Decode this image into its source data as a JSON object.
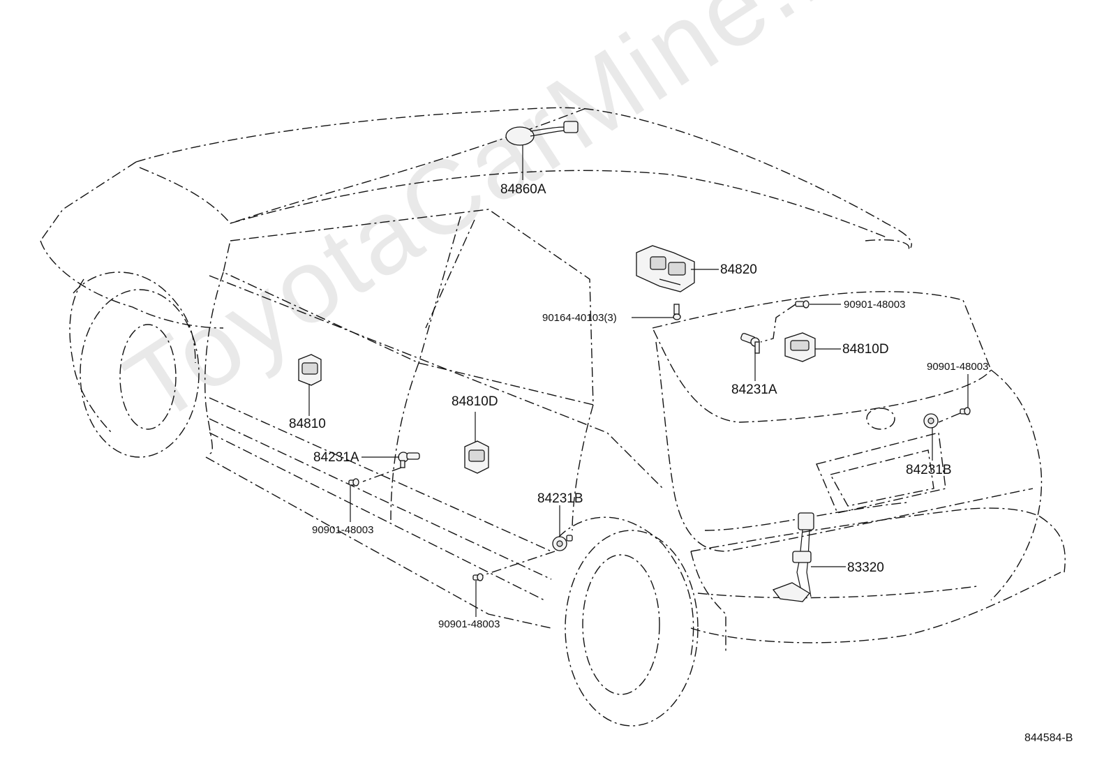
{
  "watermark": "ToyotaCarMine.ru",
  "diagram_code": "844584-B",
  "callouts": {
    "roof_sensor": "84860A",
    "door_switch_block": "84820",
    "screw": "90164-40103(3)",
    "rear_bolt_upper": "90901-48003",
    "rear_switch": "84810D",
    "rear_sensor_left": "84231A",
    "bumper_bolt": "90901-48003",
    "side_switch_front": "84810",
    "side_switch_rear": "84810D",
    "side_sensor": "84231A",
    "side_bolt": "90901-48003",
    "wheel_sensor": "84231B",
    "lower_bolt": "90901-48003",
    "bumper_sensor": "84231B",
    "harness": "83320"
  }
}
